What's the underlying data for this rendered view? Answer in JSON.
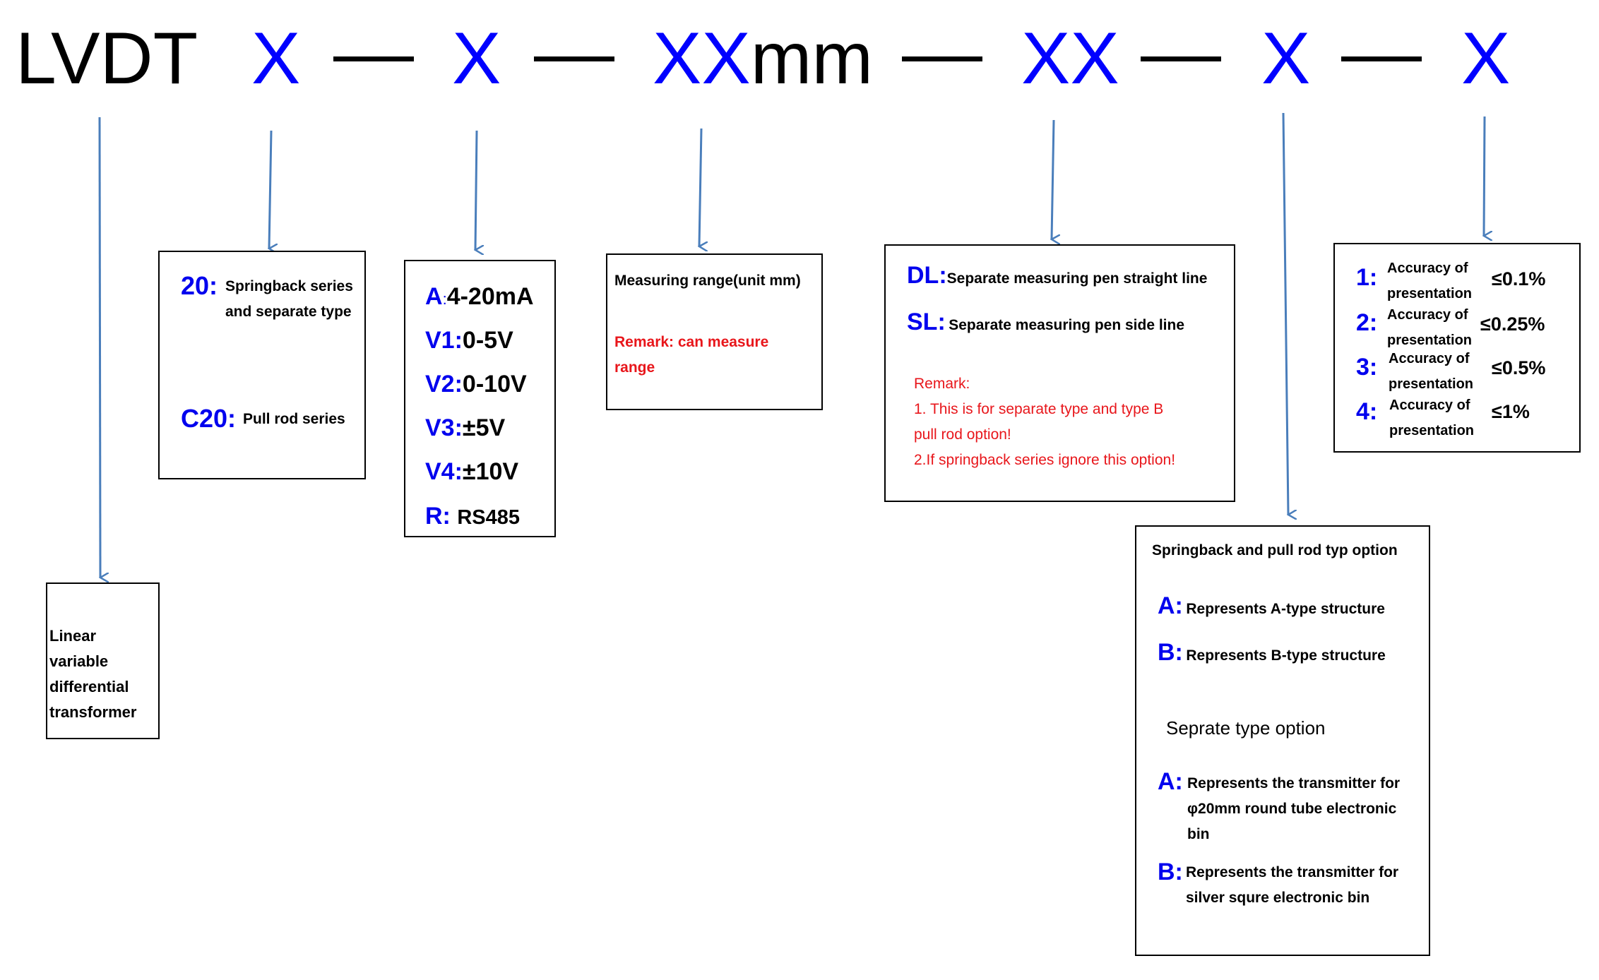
{
  "header": {
    "prefix": "LVDT",
    "seg1": "X",
    "seg2": "X",
    "seg3_code": "XX",
    "seg3_unit": "mm",
    "seg4": "XX",
    "seg5": "X",
    "seg6": "X",
    "accent_color": "#0000ff"
  },
  "box_lvdt": {
    "text": [
      "Linear variable",
      "differential",
      "transformer"
    ]
  },
  "box_series": {
    "items": [
      {
        "key": "20:",
        "text": [
          "Springback series",
          "and separate type"
        ]
      },
      {
        "key": "C20:",
        "text": [
          "Pull rod series"
        ]
      }
    ]
  },
  "box_output": {
    "items": [
      {
        "key": "A",
        "sep": ":",
        "value": "4-20mA"
      },
      {
        "key": "V1:",
        "value": "0-5V"
      },
      {
        "key": "V2:",
        "value": "0-10V"
      },
      {
        "key": "V3:",
        "value": "±5V"
      },
      {
        "key": "V4:",
        "value": "±10V"
      },
      {
        "key": "R:",
        "value": "RS485"
      }
    ]
  },
  "box_range": {
    "title": "Measuring range(unit mm)",
    "remark": [
      "Remark: can measure",
      "range"
    ]
  },
  "box_line": {
    "items": [
      {
        "key": "DL:",
        "value": "Separate measuring pen straight line"
      },
      {
        "key": "SL:",
        "value": "Separate measuring pen side line"
      }
    ],
    "remark": [
      "Remark:",
      "1. This is for separate type and type B",
      "pull rod option!",
      "2.If springback series ignore this  option!"
    ]
  },
  "box_accuracy": {
    "items": [
      {
        "key": "1:",
        "label": [
          "Accuracy of",
          "presentation"
        ],
        "value": "≤0.1%"
      },
      {
        "key": "2:",
        "label": [
          "Accuracy of",
          "presentation"
        ],
        "value": "≤0.25%"
      },
      {
        "key": "3:",
        "label": [
          "Accuracy of",
          "presentation"
        ],
        "value": "≤0.5%"
      },
      {
        "key": "4:",
        "label": [
          "Accuracy of",
          "presentation"
        ],
        "value": "≤1%"
      }
    ]
  },
  "box_structure": {
    "title": "Springback and pull rod typ option",
    "items": [
      {
        "key": "A:",
        "text": [
          "Represents A-type structure"
        ]
      },
      {
        "key": "B:",
        "text": [
          "Represents B-type structure"
        ]
      }
    ],
    "subtitle": "Seprate type option",
    "items2": [
      {
        "key": "A:",
        "text": [
          "Represents the transmitter for",
          "φ20mm round tube electronic",
          "bin"
        ]
      },
      {
        "key": "B:",
        "text": [
          "Represents the transmitter for",
          "silver squre electronic bin"
        ]
      }
    ]
  },
  "colors": {
    "arrow": "#4a7ebb",
    "key": "#0000ee",
    "remark": "#e8161b"
  }
}
